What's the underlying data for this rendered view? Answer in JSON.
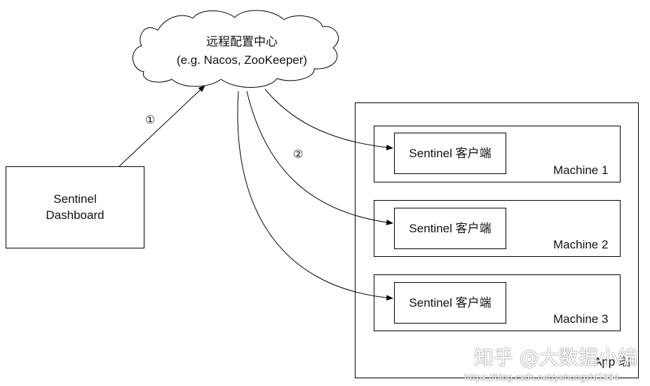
{
  "cloud": {
    "line1": "远程配置中心",
    "line2": "(e.g. Nacos, ZooKeeper)"
  },
  "dashboard": {
    "line1": "Sentinel",
    "line2": "Dashboard"
  },
  "steps": {
    "step1": "①",
    "step2": "②"
  },
  "app": {
    "label": "App 端",
    "machines": [
      {
        "client_label": "Sentinel 客户端",
        "machine_label": "Machine 1"
      },
      {
        "client_label": "Sentinel 客户端",
        "machine_label": "Machine 2"
      },
      {
        "client_label": "Sentinel 客户端",
        "machine_label": "Machine 3"
      }
    ]
  },
  "watermark": {
    "main": "知乎 @大数据小编",
    "url": "https://blog.csdn.net/yehongzhi1994"
  }
}
